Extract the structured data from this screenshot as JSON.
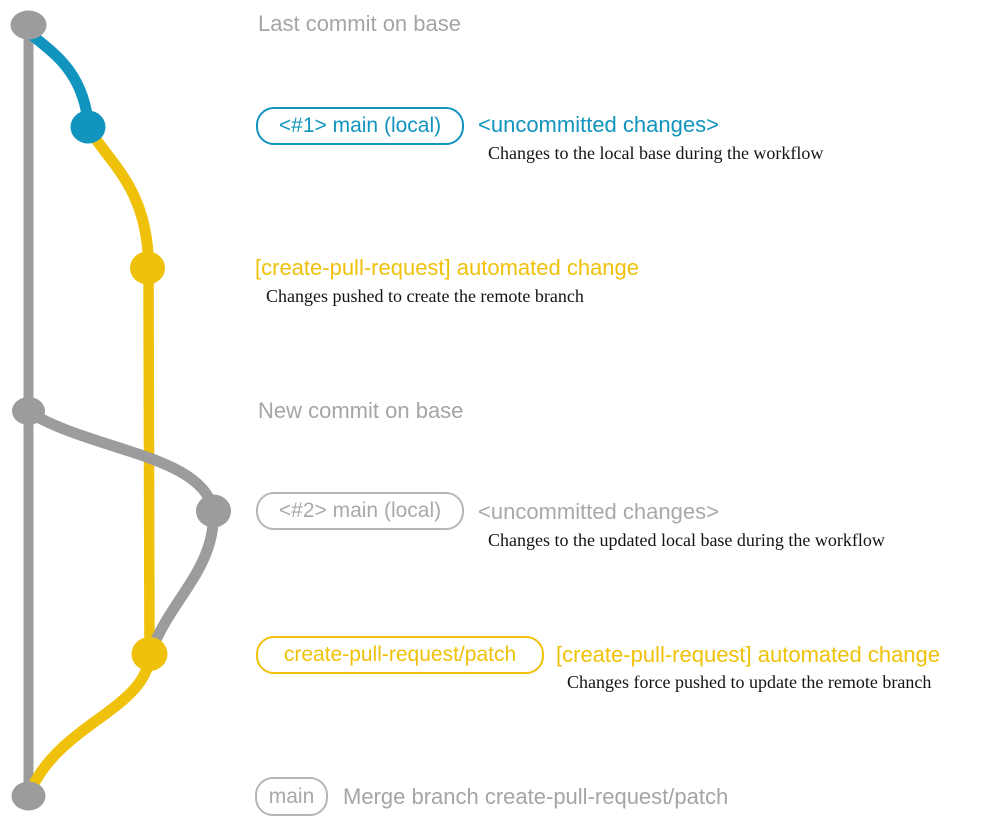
{
  "colors": {
    "base_gray": "#9c9c9c",
    "teal": "#1194bd",
    "yellow": "#f0c10a",
    "note_gray": "#a5a5a5",
    "box_border_gray": "#b6b6b6",
    "description_black": "#141414"
  },
  "notes": {
    "top": "Last commit on base",
    "middle": "New commit on base"
  },
  "rows": {
    "row1": {
      "branch_label": "<#1> main (local)",
      "title": "<uncommitted changes>",
      "description": "Changes to the local base during the workflow"
    },
    "row2": {
      "title": "[create-pull-request] automated change",
      "description": "Changes pushed to create the remote branch"
    },
    "row3": {
      "branch_label": "<#2> main (local)",
      "title": "<uncommitted changes>",
      "description": "Changes to the updated local base during the workflow"
    },
    "row4": {
      "branch_label": "create-pull-request/patch",
      "title": "[create-pull-request] automated change",
      "description": "Changes force pushed to update the remote branch"
    },
    "row5": {
      "branch_label": "main",
      "title": "Merge branch create-pull-request/patch"
    }
  }
}
